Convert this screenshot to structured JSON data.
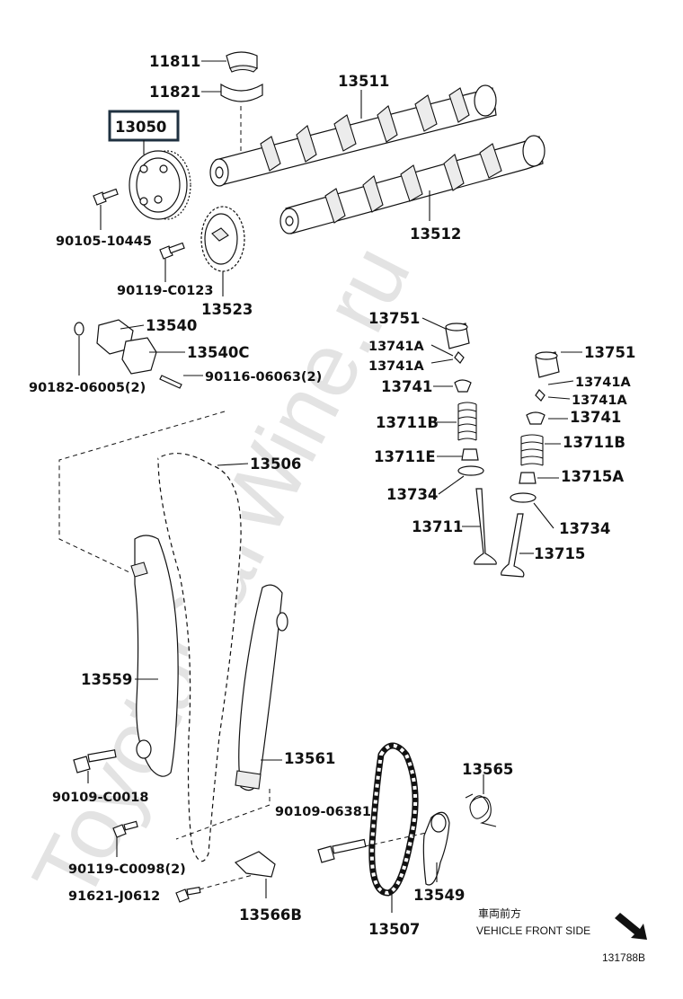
{
  "watermark": "ToyotaCarWine.ru",
  "highlighted_part": "13050",
  "labels": {
    "p11811": "11811",
    "p11821": "11821",
    "p13511": "13511",
    "p13050": "13050",
    "p13512": "13512",
    "p90105_10445": "90105-10445",
    "p90119_c0123": "90119-C0123",
    "p13523": "13523",
    "p13540": "13540",
    "p13540c": "13540C",
    "p90182_06005": "90182-06005(2)",
    "p90116_06063": "90116-06063(2)",
    "p13506": "13506",
    "p13559": "13559",
    "p13561": "13561",
    "p90109_c0018": "90109-C0018",
    "p90109_06381": "90109-06381",
    "p90119_c0098": "90119-C0098(2)",
    "p91621_j0612": "91621-J0612",
    "p13566b": "13566B",
    "p13507": "13507",
    "p13565": "13565",
    "p13549": "13549",
    "p13751_a": "13751",
    "p13741a_a1": "13741A",
    "p13741a_a2": "13741A",
    "p13741_a": "13741",
    "p13711b_a": "13711B",
    "p13711e": "13711E",
    "p13734_a": "13734",
    "p13711": "13711",
    "p13751_b": "13751",
    "p13741a_b1": "13741A",
    "p13741a_b2": "13741A",
    "p13741_b": "13741",
    "p13711b_b": "13711B",
    "p13715a": "13715A",
    "p13734_b": "13734",
    "p13715": "13715"
  },
  "direction_note": {
    "japanese": "車両前方",
    "english": "VEHICLE FRONT SIDE"
  },
  "figure_number": "131788B"
}
